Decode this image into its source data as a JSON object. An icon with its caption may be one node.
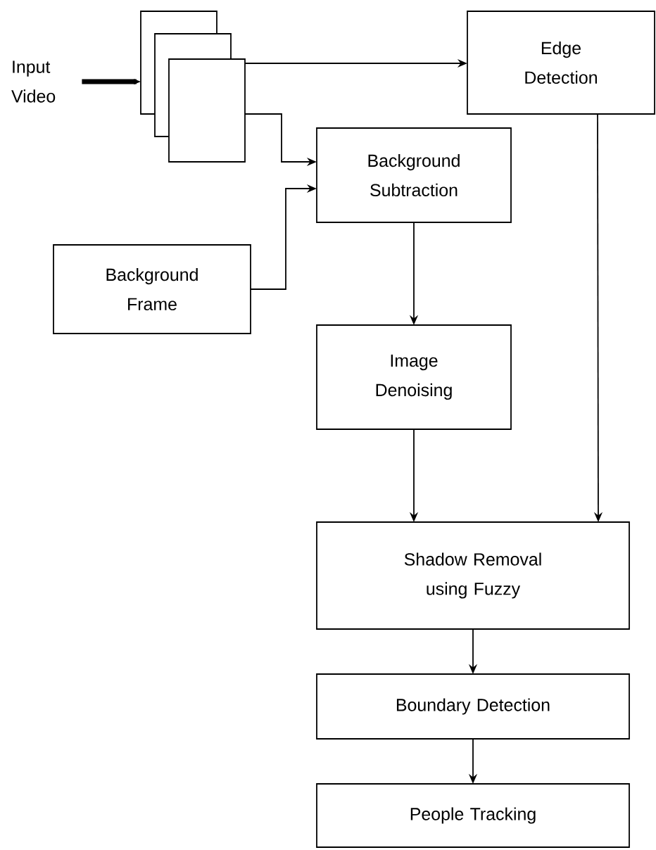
{
  "diagram": {
    "nodes": [
      {
        "text": [
          "Input Video"
        ]
      },
      {
        "text": [],
        "shape": "box"
      },
      {
        "text": [],
        "shape": "box"
      },
      {
        "text": [],
        "shape": "box"
      },
      {
        "text": [
          "Edge Detection"
        ]
      },
      {
        "text": [
          "Background Subtraction"
        ]
      },
      {
        "text": [
          "Background Frame"
        ]
      },
      {
        "text": [
          "Image Denoising"
        ]
      },
      {
        "text": [
          "Shadow Removal using Fuzzy"
        ]
      },
      {
        "text": [
          "Boundary Detection"
        ]
      },
      {
        "text": [
          "People Tracking"
        ]
      }
    ],
    "edges": [
      {
        "from": 0,
        "to": 1,
        "arrow": "to",
        "style": "thick"
      },
      {
        "from": 3,
        "to": 4,
        "arrow": "to"
      },
      {
        "from": 3,
        "to": 5,
        "arrow": "to"
      },
      {
        "from": 6,
        "to": 5,
        "arrow": "to"
      },
      {
        "from": 5,
        "to": 7,
        "arrow": "to"
      },
      {
        "from": 4,
        "to": 8,
        "arrow": "to"
      },
      {
        "from": 7,
        "to": 8,
        "arrow": "to"
      },
      {
        "from": 8,
        "to": 9,
        "arrow": "to"
      },
      {
        "from": 9,
        "to": 10,
        "arrow": "to"
      }
    ]
  }
}
